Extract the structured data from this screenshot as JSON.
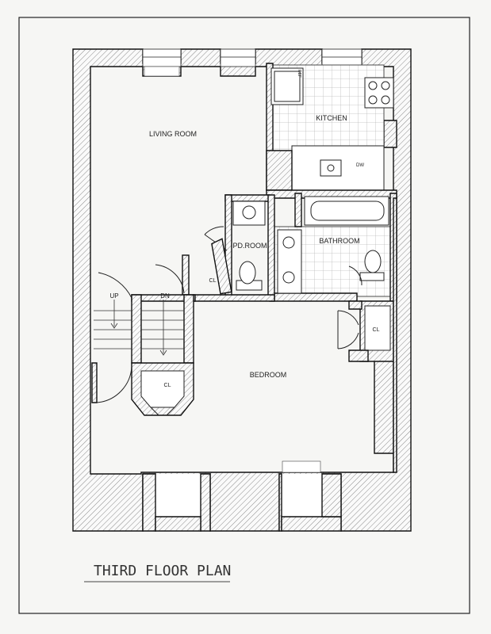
{
  "plan": {
    "title": "THIRD FLOOR PLAN",
    "rooms": {
      "living_room": "LIVING ROOM",
      "kitchen": "KITCHEN",
      "pd_room": "PD.ROOM",
      "bathroom": "BATHROOM",
      "bedroom": "BEDROOM"
    },
    "closets": {
      "closet_stair": "CL",
      "closet_pd": "CL",
      "closet_bedroom": "CL"
    },
    "stair": {
      "up": "UP",
      "down": "DN"
    },
    "appliances": {
      "refrigerator": "REF",
      "dishwasher": "DW"
    }
  },
  "colors": {
    "line": "#111111",
    "hatch": "#8a8a8a",
    "paper": "#f6f6f4"
  }
}
